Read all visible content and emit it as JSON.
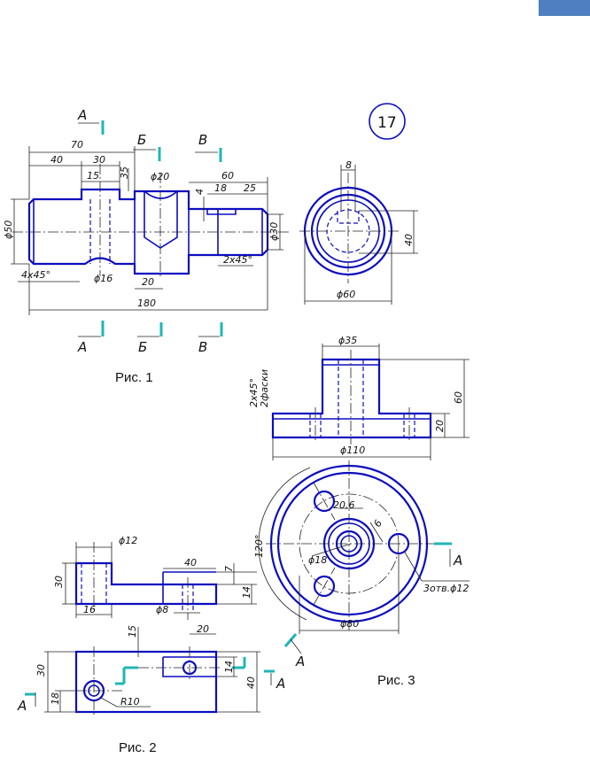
{
  "variant_number": "17",
  "section_letters": {
    "a": "А",
    "b": "Б",
    "v": "В"
  },
  "captions": {
    "fig1": "Рис. 1",
    "fig2": "Рис. 2",
    "fig3": "Рис. 3"
  },
  "fig1": {
    "dims": {
      "d70": "70",
      "d40": "40",
      "d30": "30",
      "d15": "15",
      "d35": "35",
      "d_phi20": "ϕ20",
      "d60": "60",
      "d4": "4",
      "d18": "18",
      "d25": "25",
      "d_phi50": "ϕ50",
      "d_phi30": "ϕ30",
      "d_4x45": "4x45°",
      "d_phi16": "ϕ16",
      "d20": "20",
      "d_2x45": "2x45°",
      "d180": "180",
      "d8": "8",
      "d40v": "40",
      "d_phi60": "ϕ60"
    }
  },
  "fig3": {
    "dims": {
      "d_phi35": "ϕ35",
      "d_2x45": "2x45°",
      "d_chamfers": "2фаски",
      "d60": "60",
      "d20": "20",
      "d_phi110": "ϕ110",
      "d20_6": "20,6",
      "d6": "6",
      "d120": "120°",
      "d_phi18": "ϕ18",
      "d_3holes": "3отв.ϕ12",
      "d_phi80": "ϕ80"
    }
  },
  "fig2": {
    "dims": {
      "d_phi12": "ϕ12",
      "d40": "40",
      "d7": "7",
      "d30": "30",
      "d14": "14",
      "d16": "16",
      "d_phi8": "ϕ8",
      "d15": "15",
      "d20": "20",
      "d30b": "30",
      "d18": "18",
      "d14b": "14",
      "d40b": "40",
      "d_r10": "R10"
    }
  },
  "colors": {
    "outline": "#0d0dbf",
    "section_marks": "#1fb6b6",
    "corner_tab": "#4f7fc0"
  }
}
